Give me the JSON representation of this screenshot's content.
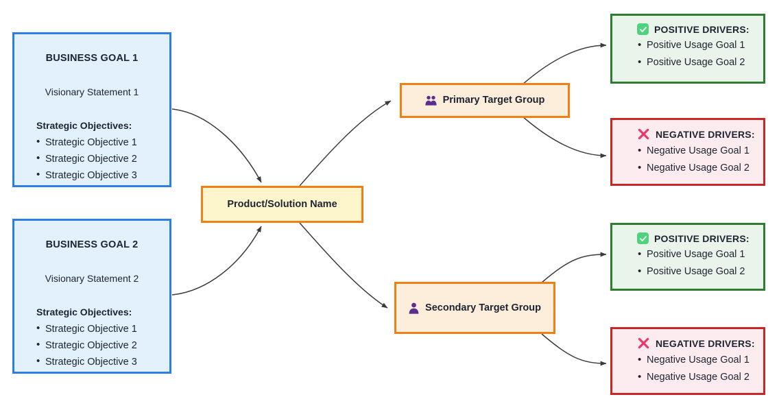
{
  "diagram": {
    "background": "#ffffff",
    "edge_color": "#3b3b3b",
    "colors": {
      "goal_border": "#2b7fe0",
      "goal_fill": "#e3f1fd",
      "product_border": "#f07f16",
      "product_fill": "#fdf6cd",
      "target_border": "#f07f16",
      "target_fill": "#fdeddb",
      "positive_border": "#2e7d32",
      "positive_fill": "#e9f5ea",
      "negative_border": "#c62828",
      "negative_fill": "#fdecef",
      "icon_purple": "#5b2d8e",
      "icon_green": "#4fd27b",
      "icon_red": "#f0356b"
    }
  },
  "goals": [
    {
      "title": "BUSINESS GOAL 1",
      "vision": "Visionary Statement 1",
      "objectives_label": "Strategic Objectives:",
      "objectives": [
        "Strategic Objective 1",
        "Strategic Objective 2",
        "Strategic Objective 3"
      ]
    },
    {
      "title": "BUSINESS GOAL 2",
      "vision": "Visionary Statement 2",
      "objectives_label": "Strategic Objectives:",
      "objectives": [
        "Strategic Objective 1",
        "Strategic Objective 2",
        "Strategic Objective 3"
      ]
    }
  ],
  "product": {
    "label": "Product/Solution Name"
  },
  "targets": [
    {
      "label": "Primary Target Group",
      "icon": "people-icon"
    },
    {
      "label": "Secondary Target Group",
      "icon": "person-icon"
    }
  ],
  "drivers": [
    {
      "type": "positive",
      "icon": "check-mark-icon",
      "heading": "POSITIVE DRIVERS:",
      "items": [
        "Positive Usage Goal 1",
        "Positive Usage Goal 2"
      ]
    },
    {
      "type": "negative",
      "icon": "cross-mark-icon",
      "heading": "NEGATIVE DRIVERS:",
      "items": [
        "Negative Usage Goal 1",
        "Negative Usage Goal 2"
      ]
    },
    {
      "type": "positive",
      "icon": "check-mark-icon",
      "heading": "POSITIVE DRIVERS:",
      "items": [
        "Positive Usage Goal 1",
        "Positive Usage Goal 2"
      ]
    },
    {
      "type": "negative",
      "icon": "cross-mark-icon",
      "heading": "NEGATIVE DRIVERS:",
      "items": [
        "Negative Usage Goal 1",
        "Negative Usage Goal 2"
      ]
    }
  ]
}
